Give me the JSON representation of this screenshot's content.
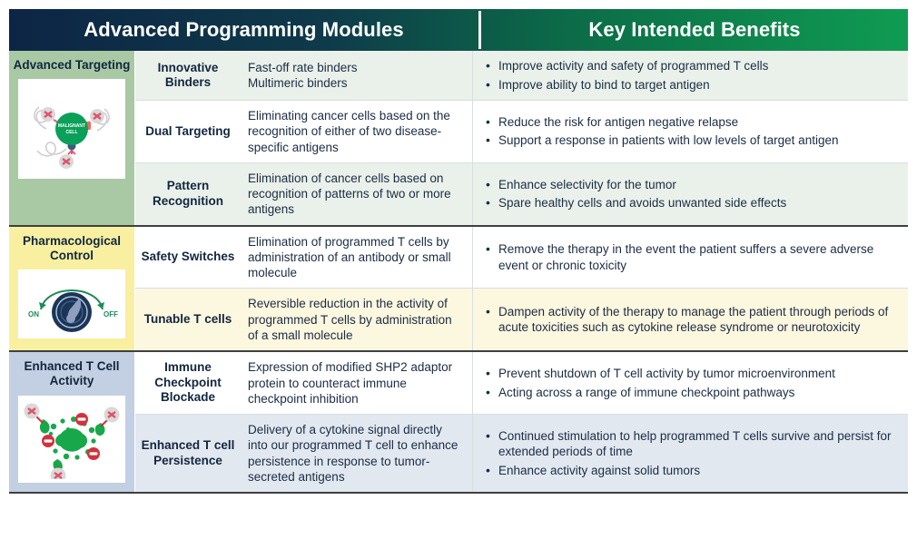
{
  "header": {
    "left_title": "Advanced Programming Modules",
    "right_title": "Key Intended Benefits"
  },
  "colors": {
    "header_navy": "#0d2545",
    "header_green": "#0f9c52",
    "category_green": "#a9c8a4",
    "category_yellow": "#f8f0a0",
    "category_blue": "#c3cfe2",
    "row_tint_green": "#eaf1ea",
    "row_tint_yellow": "#fcf7df",
    "row_tint_blue": "#e2e8f0",
    "text": "#12263f"
  },
  "sections": [
    {
      "category": "Advanced Targeting",
      "illustration": "malignant-cell-binders-illustration",
      "illustration_label": "MALIGNANT CELL",
      "rows": [
        {
          "module": "Innovative Binders",
          "description": [
            "Fast-off rate binders",
            "Multimeric binders"
          ],
          "benefits": [
            "Improve activity and safety of programmed T cells",
            "Improve ability to bind to target antigen"
          ]
        },
        {
          "module": "Dual Targeting",
          "description": [
            "Eliminating cancer cells based on the recognition of either of two disease-specific antigens"
          ],
          "benefits": [
            "Reduce the risk for antigen negative relapse",
            "Support a response in patients with low levels of target antigen"
          ]
        },
        {
          "module": "Pattern Recognition",
          "description": [
            "Elimination of cancer cells based on recognition of patterns of two or more antigens"
          ],
          "benefits": [
            "Enhance selectivity for the tumor",
            "Spare healthy cells and avoids unwanted side effects"
          ]
        }
      ]
    },
    {
      "category": "Pharmacological Control",
      "illustration": "on-off-dial-illustration",
      "illustration_label_on": "ON",
      "illustration_label_off": "OFF",
      "rows": [
        {
          "module": "Safety Switches",
          "description": [
            "Elimination of programmed T cells by administration of an antibody or small molecule"
          ],
          "benefits": [
            "Remove the therapy in the event the patient suffers a severe adverse event or chronic toxicity"
          ]
        },
        {
          "module": "Tunable T cells",
          "description": [
            "Reversible reduction in the activity of programmed T cells by administration of a small molecule"
          ],
          "benefits": [
            "Dampen activity of the therapy to manage the patient through periods of acute toxicities such as cytokine release syndrome or neurotoxicity"
          ]
        }
      ]
    },
    {
      "category": "Enhanced T Cell Activity",
      "illustration": "cytokine-signal-t-cell-illustration",
      "rows": [
        {
          "module": "Immune Checkpoint Blockade",
          "description": [
            "Expression of modified SHP2 adaptor protein to counteract immune checkpoint inhibition"
          ],
          "benefits": [
            "Prevent shutdown of T cell activity by tumor microenvironment",
            "Acting across a range of immune checkpoint pathways"
          ]
        },
        {
          "module": "Enhanced T cell Persistence",
          "description": [
            "Delivery of a cytokine signal directly into our programmed T cell to enhance persistence in response to tumor-secreted antigens"
          ],
          "benefits": [
            "Continued stimulation to help programmed T cells survive and persist for extended periods of time",
            "Enhance activity against solid tumors"
          ]
        }
      ]
    }
  ]
}
